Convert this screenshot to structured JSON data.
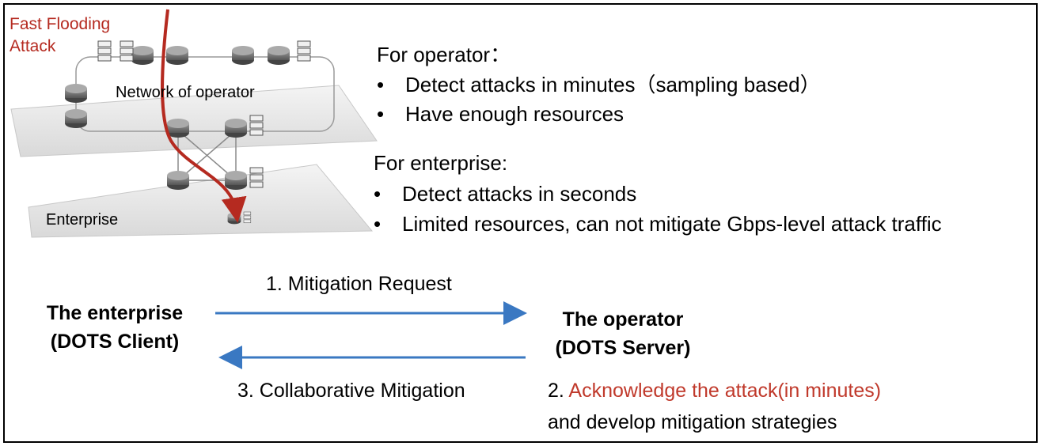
{
  "colors": {
    "attack_red": "#b52a20",
    "arrow_blue": "#3a78c2",
    "router_gray": "#808080",
    "plane_gray": "#e6e6e6"
  },
  "network": {
    "attack_label_line1": "Fast Flooding",
    "attack_label_line2": "Attack",
    "operator_network_label": "Network of operator",
    "enterprise_label": "Enterprise",
    "icons": [
      "router-icon",
      "server-icon"
    ]
  },
  "operator_section": {
    "heading": "For operator：",
    "bullets": [
      "Detect attacks in minutes（sampling based）",
      "Have enough resources"
    ]
  },
  "enterprise_section": {
    "heading": "For enterprise:",
    "bullets": [
      "Detect attacks in seconds",
      "Limited resources, can not mitigate Gbps-level attack traffic"
    ]
  },
  "flow": {
    "client_line1": "The enterprise",
    "client_line2": "(DOTS Client)",
    "server_line1": "The operator",
    "server_line2": "(DOTS Server)",
    "step1": "1. Mitigation Request",
    "step3": "3. Collaborative Mitigation",
    "step2_prefix": "2. ",
    "step2_highlight": "Acknowledge the attack(in minutes)",
    "step2_rest": "and develop mitigation strategies"
  }
}
